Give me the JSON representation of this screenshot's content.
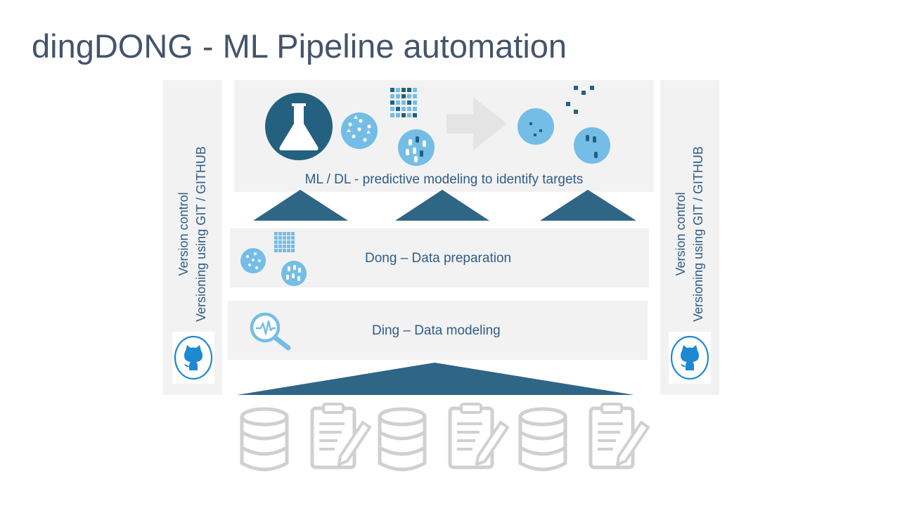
{
  "title": "dingDONG - ML Pipeline automation",
  "sidebars": {
    "left": {
      "line1": "Version control",
      "line2": "Versioning using GIT / GITHUB",
      "icon": "github-icon"
    },
    "right": {
      "line1": "Version control",
      "line2": "Versioning using GIT / GITHUB",
      "icon": "github-icon"
    }
  },
  "layers": {
    "ml": {
      "label": "ML / DL - predictive modeling to identify targets"
    },
    "dong": {
      "label": "Dong – Data preparation"
    },
    "ding": {
      "label": "Ding – Data modeling"
    }
  },
  "sources": [
    {
      "icon": "database-icon"
    },
    {
      "icon": "clipboard-icon"
    },
    {
      "icon": "database-icon"
    },
    {
      "icon": "clipboard-icon"
    },
    {
      "icon": "database-icon"
    },
    {
      "icon": "clipboard-icon"
    }
  ],
  "colors": {
    "title": "#44546a",
    "accent_dark": "#2f6585",
    "accent_light": "#74bde6",
    "panel": "#f2f2f2",
    "label": "#2e5d87",
    "source_icons": "#d0d0d0"
  }
}
